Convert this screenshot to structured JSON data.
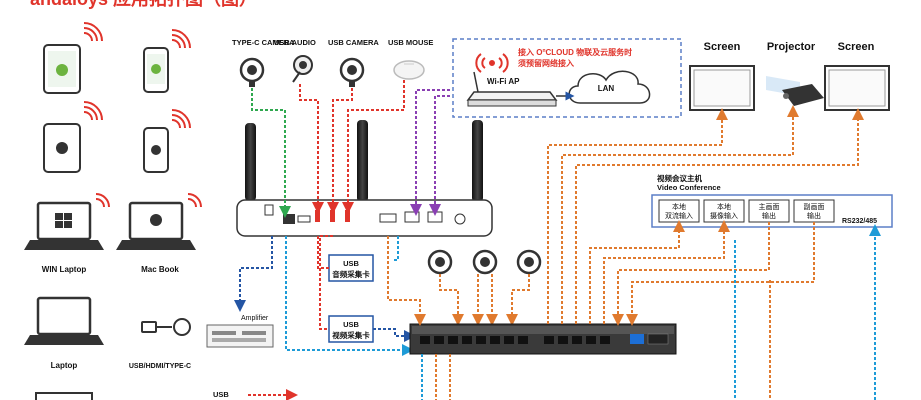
{
  "header": {
    "title_partial": "andaloys 应用拓扑图（图）"
  },
  "devices_left": {
    "win_laptop": "WIN Laptop",
    "macbook": "Mac Book",
    "laptop": "Laptop",
    "usb_hdmi_typec": "USB/HDMI/TYPE-C"
  },
  "peripherals": {
    "typec_camera": "TYPE-C CAMERA",
    "usb_audio": "USB AUDIO",
    "usb_camera": "USB CAMERA",
    "usb_mouse": "USB MOUSE"
  },
  "network": {
    "cloud_note_1": "接入 O",
    "cloud_note_sup": "n",
    "cloud_note_2": "CLOUD 物联及云服务时",
    "cloud_note_3": "须预留网络接入",
    "wifi_ap": "Wi-Fi AP",
    "lan": "LAN"
  },
  "displays": {
    "screen_left": "Screen",
    "projector": "Projector",
    "screen_right": "Screen"
  },
  "video_conference": {
    "title_cn": "视频会议主机",
    "title_en": "Video Conference",
    "ports": [
      {
        "line1": "本地",
        "line2": "双流输入"
      },
      {
        "line1": "本地",
        "line2": "摄像输入"
      },
      {
        "line1": "主画面",
        "line2": "输出"
      },
      {
        "line1": "副画面",
        "line2": "输出"
      }
    ],
    "rs": "RS232/485"
  },
  "capture_cards": {
    "audio": {
      "line1": "USB",
      "line2": "音频采集卡"
    },
    "video": {
      "line1": "USB",
      "line2": "视频采集卡"
    }
  },
  "amplifier": "Amplifier",
  "legend": {
    "usb": "USB"
  },
  "colors": {
    "green": "#2fa84f",
    "red": "#e0342b",
    "purple": "#8a3fb3",
    "orange": "#e07a2e",
    "blue": "#1e9bd7",
    "navy": "#2455a4",
    "dashed_box": "#5b7fc7"
  }
}
